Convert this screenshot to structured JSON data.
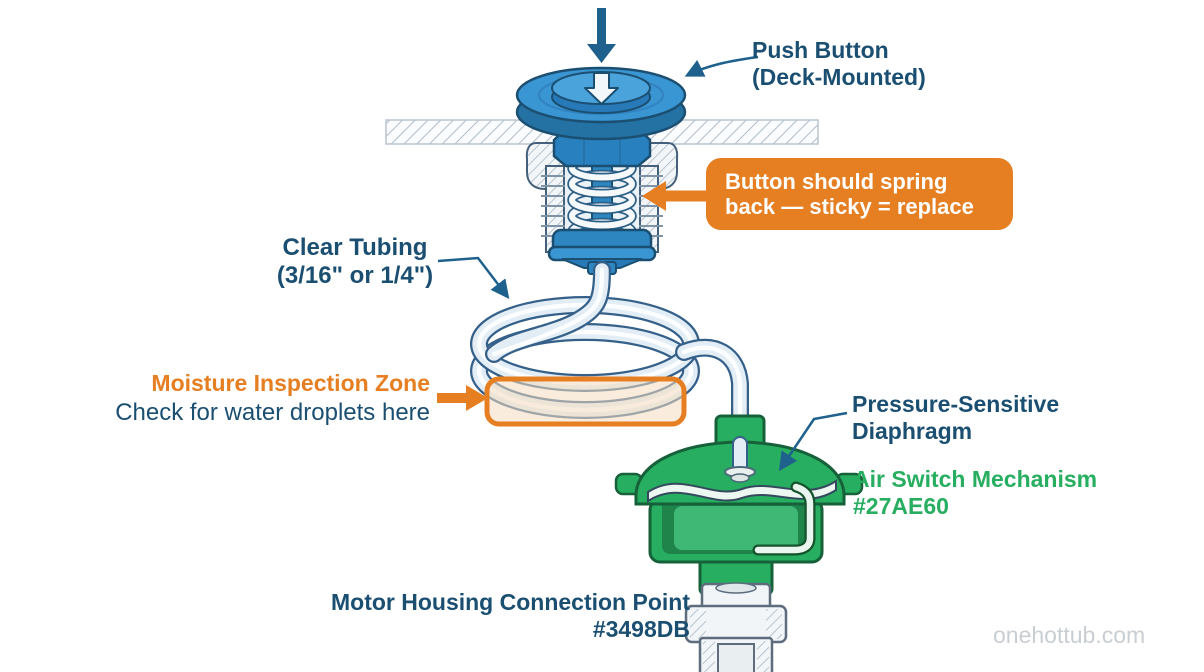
{
  "diagram": {
    "watermark": "onehottub.com",
    "labels": {
      "push_button": {
        "line1": "Push Button",
        "line2": "(Deck-Mounted)"
      },
      "spring_callout": {
        "line1": "Button should spring",
        "line2": "back — sticky = replace"
      },
      "clear_tubing": {
        "line1": "Clear Tubing",
        "line2": "(3/16\" or 1/4\")"
      },
      "moisture_zone": {
        "title": "Moisture Inspection Zone",
        "subtitle": "Check for water droplets here"
      },
      "diaphragm": {
        "line1": "Pressure-Sensitive",
        "line2": "Diaphragm"
      },
      "air_switch": {
        "line1": "Air Switch Mechanism",
        "line2": "#27AE60"
      },
      "motor_housing": {
        "line1": "Motor Housing Connection Point",
        "line2": "#3498DB"
      }
    },
    "icons": {
      "press_down_arrow": "↓",
      "button_face_arrow": "↓",
      "callout_arrow": "←",
      "moisture_arrow": "→"
    },
    "colors": {
      "accent_orange": "#E67E22",
      "accent_green": "#27AE60",
      "accent_blue": "#3498DB",
      "navy_text": "#1B4F72",
      "watermark_gray": "#C9CED3"
    }
  }
}
